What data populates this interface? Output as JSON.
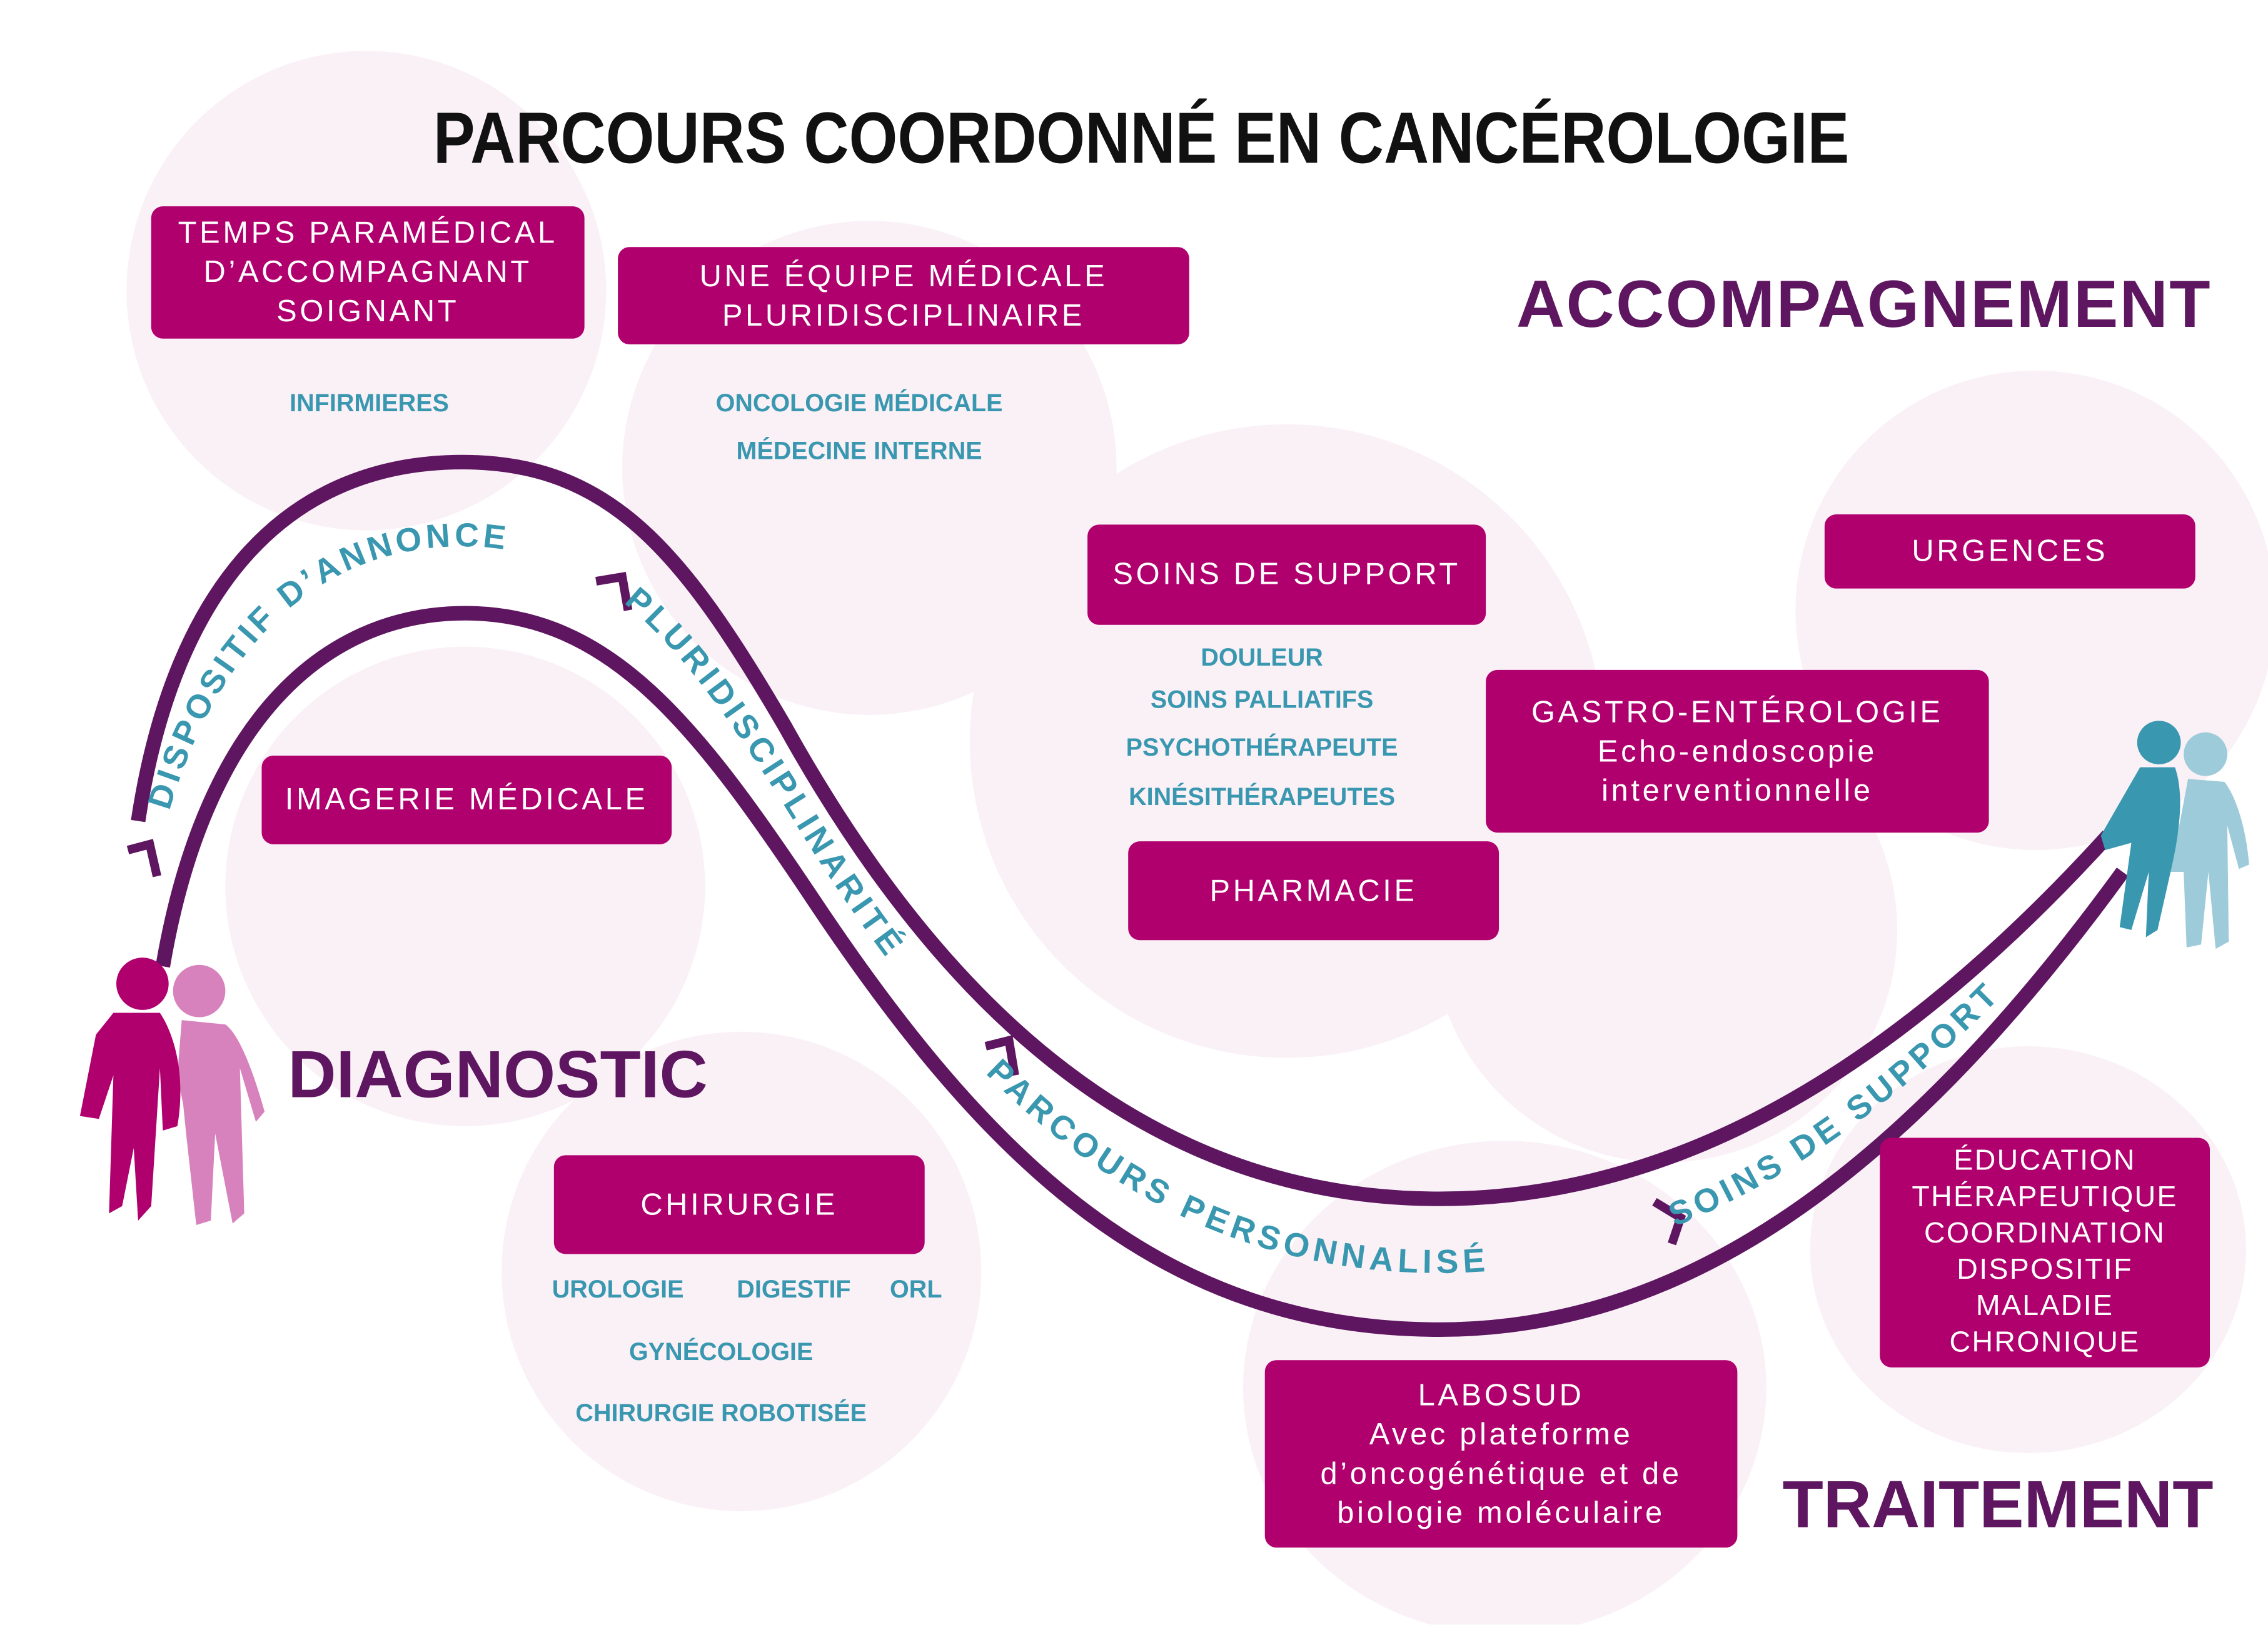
{
  "title": "PARCOURS COORDONNÉ EN CANCÉROLOGIE",
  "stages": {
    "accompagnement": "ACCOMPAGNEMENT",
    "diagnostic": "DIAGNOSTIC",
    "traitement": "TRAITEMENT"
  },
  "path_labels": {
    "dispositif": "DISPOSITIF D’ANNONCE",
    "pluri": "PLURIDISCIPLINARITÉ",
    "parcours": "PARCOURS PERSONNALISÉ",
    "soins": "SOINS DE SUPPORT"
  },
  "boxes": {
    "temps": [
      "TEMPS PARAMÉDICAL",
      "D’ACCOMPAGNANT",
      "SOIGNANT"
    ],
    "equipe": [
      "UNE ÉQUIPE MÉDICALE",
      "PLURIDISCIPLINAIRE"
    ],
    "soins_support": "SOINS DE SUPPORT",
    "urgences": "URGENCES",
    "gastro": [
      "GASTRO-ENTÉROLOGIE",
      "Echo-endoscopie",
      "interventionnelle"
    ],
    "imagerie": "IMAGERIE MÉDICALE",
    "pharmacie": "PHARMACIE",
    "chirurgie": "CHIRURGIE",
    "labosud": [
      "LABOSUD",
      "Avec plateforme",
      "d’oncogénétique et de",
      "biologie moléculaire"
    ],
    "education": [
      "ÉDUCATION",
      "THÉRAPEUTIQUE",
      "COORDINATION",
      "DISPOSITIF",
      "MALADIE",
      "CHRONIQUE"
    ]
  },
  "sublabels": {
    "infirmieres": "INFIRMIERES",
    "oncologie": "ONCOLOGIE MÉDICALE",
    "medecine": "MÉDECINE INTERNE",
    "support": [
      "DOULEUR",
      "SOINS PALLIATIFS",
      "PSYCHOTHÉRAPEUTE",
      "KINÉSITHÉRAPEUTES"
    ],
    "chirurgie": [
      "UROLOGIE",
      "DIGESTIF",
      "ORL",
      "GYNÉCOLOGIE",
      "CHIRURGIE ROBOTISÉE"
    ]
  },
  "colors": {
    "box": "#b0006e",
    "curve": "#5e1660",
    "teal": "#3a97b0",
    "bubble": "#fbf0f6"
  }
}
